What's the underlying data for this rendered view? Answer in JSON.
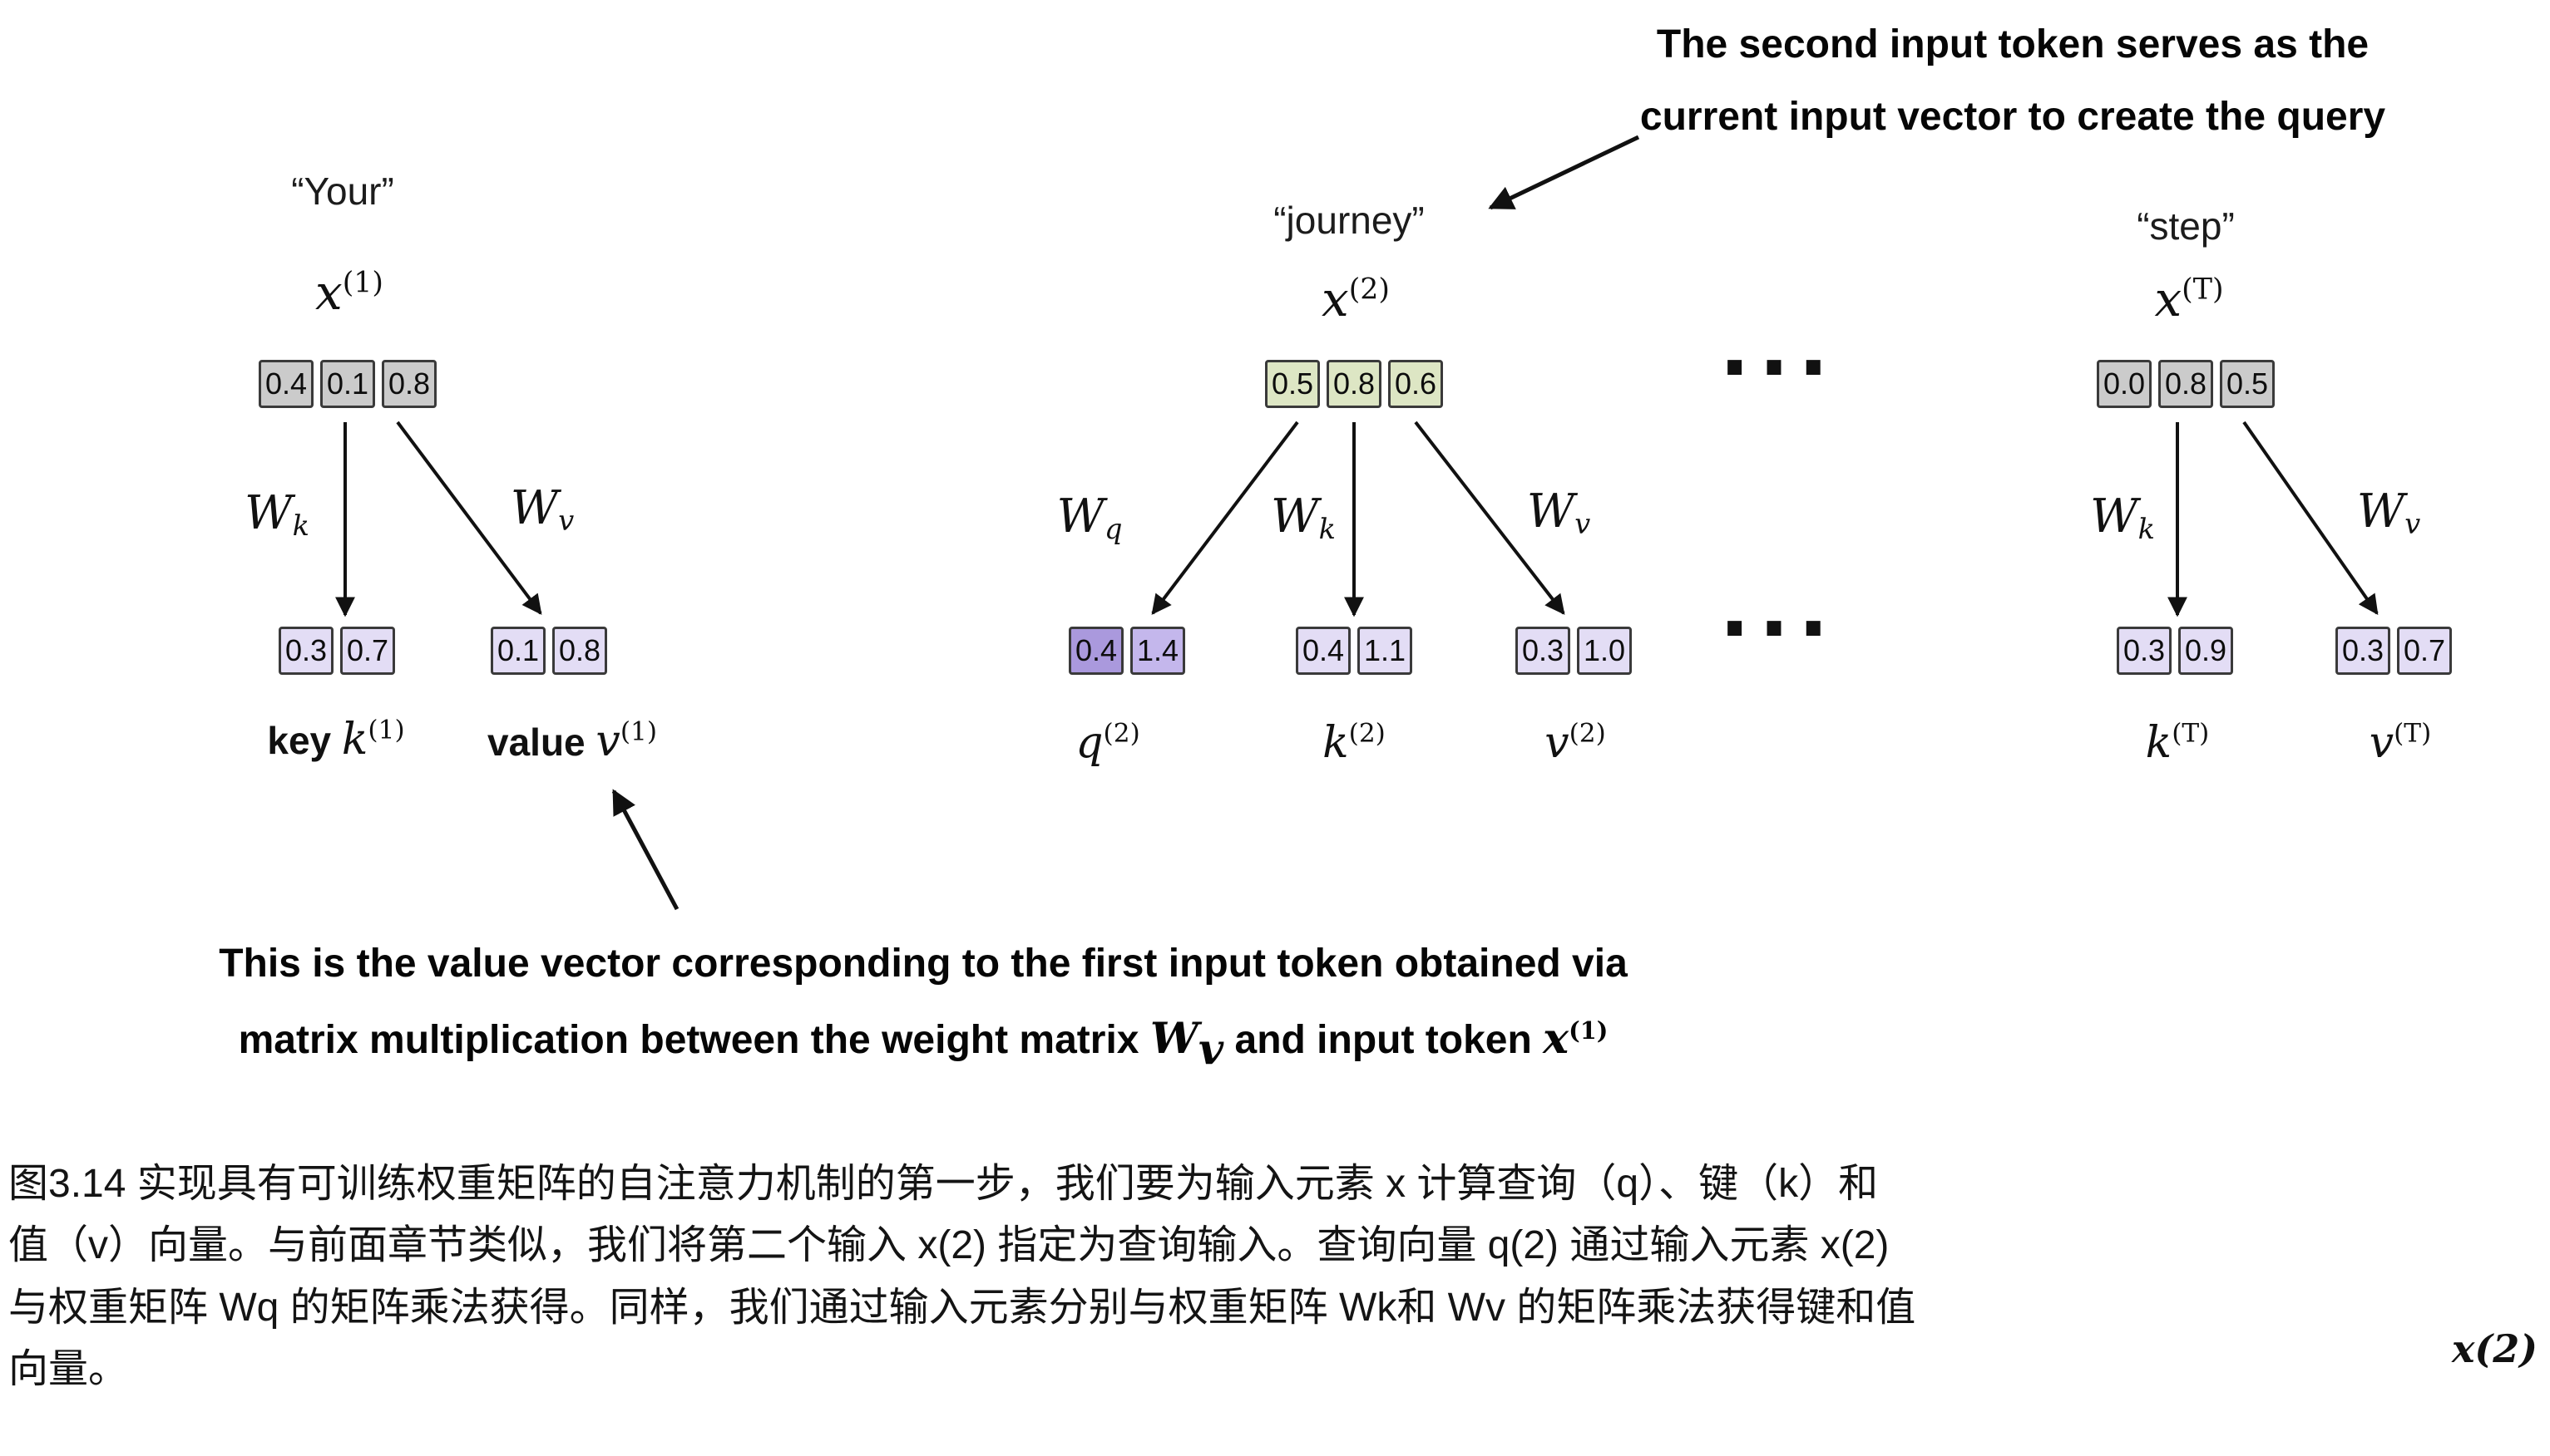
{
  "top_annotation": {
    "line1": "The second input token serves as the",
    "line2": "current input vector to create the query"
  },
  "bottom_annotation": {
    "line1": "This is the value vector corresponding to the first input token obtained via",
    "line2_pre": "matrix multiplication between the weight matrix ",
    "w_base": "W",
    "w_sub": "v",
    "line2_mid": " and input token ",
    "x_base": "x",
    "x_sup": "(1)"
  },
  "ellipsis": {
    "input_row": "...",
    "output_row": "..."
  },
  "columns": [
    {
      "token": "“Your”",
      "symbol": {
        "base": "x",
        "sup": "(1)"
      },
      "input": {
        "values": [
          "0.4",
          "0.1",
          "0.8"
        ],
        "color": "#cbcbcb"
      },
      "outputs": [
        {
          "weight": {
            "base": "W",
            "sub": "k"
          },
          "values": [
            "0.3",
            "0.7"
          ],
          "cell_colors": [
            "#e3ddf5",
            "#e3ddf5"
          ],
          "label": {
            "prefix": "key ",
            "base": "k",
            "sup": "(1)"
          }
        },
        {
          "weight": {
            "base": "W",
            "sub": "v"
          },
          "values": [
            "0.1",
            "0.8"
          ],
          "cell_colors": [
            "#e3ddf5",
            "#e3ddf5"
          ],
          "label": {
            "prefix": "value ",
            "base": "v",
            "sup": "(1)"
          }
        }
      ]
    },
    {
      "token": "“journey”",
      "symbol": {
        "base": "x",
        "sup": "(2)"
      },
      "input": {
        "values": [
          "0.5",
          "0.8",
          "0.6"
        ],
        "color": "#dde6c4"
      },
      "outputs": [
        {
          "weight": {
            "base": "W",
            "sub": "q"
          },
          "values": [
            "0.4",
            "1.4"
          ],
          "cell_colors": [
            "#aa99dd",
            "#c4b7ec"
          ],
          "label": {
            "prefix": "",
            "base": "q",
            "sup": "(2)"
          }
        },
        {
          "weight": {
            "base": "W",
            "sub": "k"
          },
          "values": [
            "0.4",
            "1.1"
          ],
          "cell_colors": [
            "#e3ddf5",
            "#e3ddf5"
          ],
          "label": {
            "prefix": "",
            "base": "k",
            "sup": "(2)"
          }
        },
        {
          "weight": {
            "base": "W",
            "sub": "v"
          },
          "values": [
            "0.3",
            "1.0"
          ],
          "cell_colors": [
            "#e3ddf5",
            "#e3ddf5"
          ],
          "label": {
            "prefix": "",
            "base": "v",
            "sup": "(2)"
          }
        }
      ]
    },
    {
      "token": "“step”",
      "symbol": {
        "base": "x",
        "sup": "(T)"
      },
      "input": {
        "values": [
          "0.0",
          "0.8",
          "0.5"
        ],
        "color": "#cbcbcb"
      },
      "outputs": [
        {
          "weight": {
            "base": "W",
            "sub": "k"
          },
          "values": [
            "0.3",
            "0.9"
          ],
          "cell_colors": [
            "#e3ddf5",
            "#e3ddf5"
          ],
          "label": {
            "prefix": "",
            "base": "k",
            "sup": "(T)"
          }
        },
        {
          "weight": {
            "base": "W",
            "sub": "v"
          },
          "values": [
            "0.3",
            "0.7"
          ],
          "cell_colors": [
            "#e3ddf5",
            "#e3ddf5"
          ],
          "label": {
            "prefix": "",
            "base": "v",
            "sup": "(T)"
          }
        }
      ]
    }
  ],
  "caption": {
    "lines": [
      "图3.14 实现具有可训练权重矩阵的自注意力机制的第一步，我们要为输入元素 x 计算查询（q）、键（k）和",
      "值（v）向量。与前面章节类似，我们将第二个输入 x(2) 指定为查询输入。查询向量 q(2) 通过输入元素 x(2)",
      "与权重矩阵 Wq 的矩阵乘法获得。同样，我们通过输入元素分别与权重矩阵 Wk和 Wv 的矩阵乘法获得键和值",
      "向量。"
    ],
    "overlay": "x(2)"
  }
}
